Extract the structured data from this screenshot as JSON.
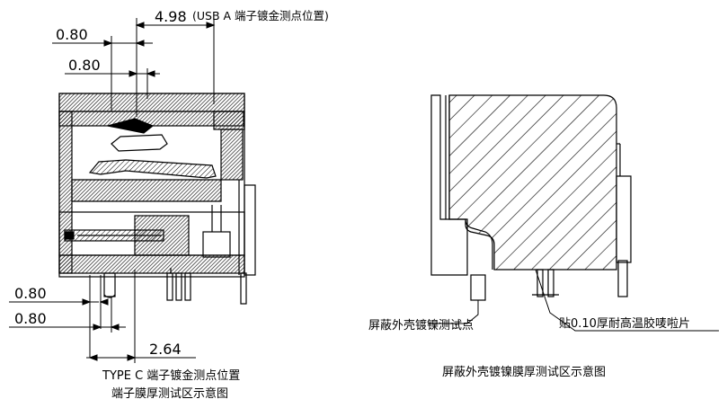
{
  "left_view": {
    "dim_top": "4.98",
    "dim_top_note": "(USB  A  端子镀金测点位置)",
    "dim_left_1": "0.80",
    "dim_left_2": "0.80",
    "dim_bottom_1": "0.80",
    "dim_bottom_2": "0.80",
    "dim_bottom_3": "2.64",
    "caption_line1": "TYPE C 端子镀金测点位置",
    "caption_line2": "端子膜厚测试区示意图"
  },
  "right_view": {
    "label_shell": "屏蔽外壳镀镍测试点",
    "label_tape": "贴0.10厚耐高温胶唛啦片",
    "caption": "屏蔽外壳镀镍膜厚测试区示意图"
  }
}
